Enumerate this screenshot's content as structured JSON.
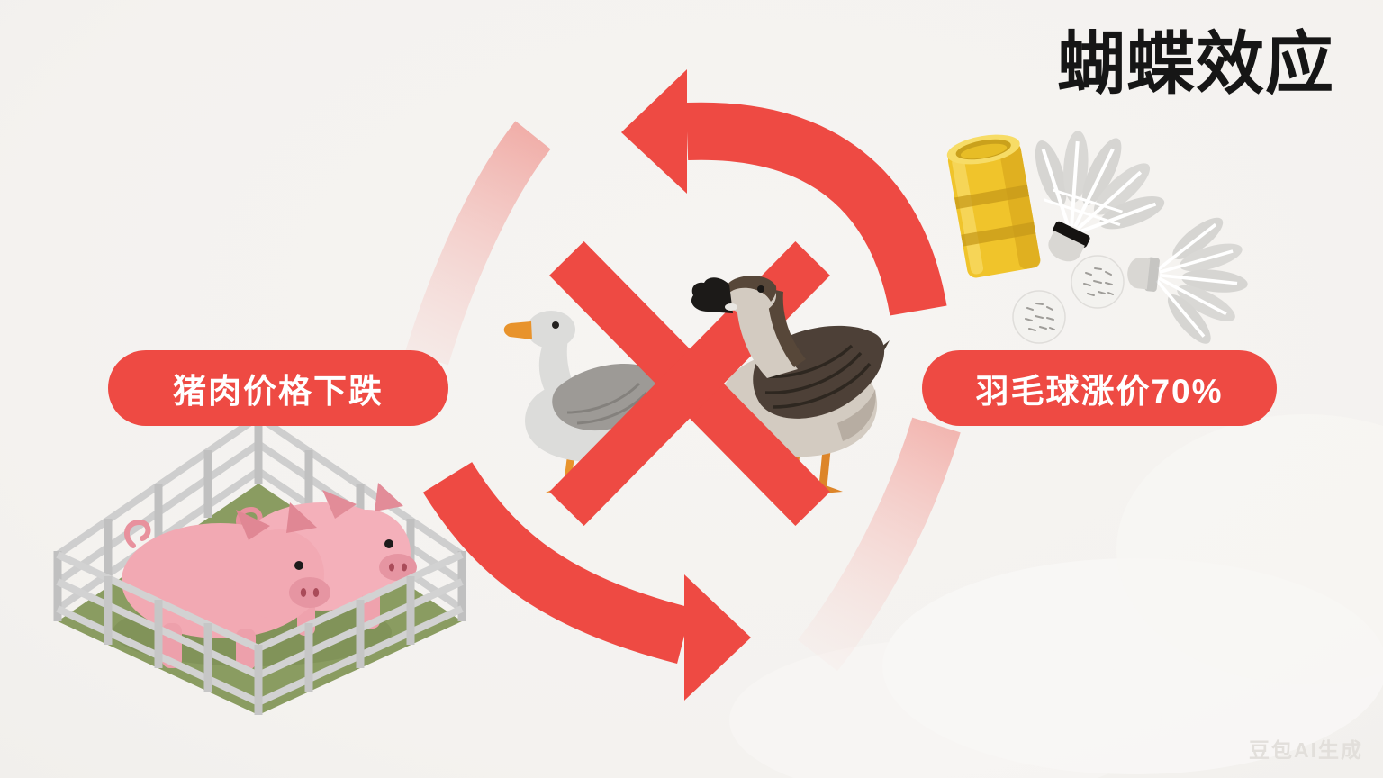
{
  "header": {
    "title": "蝴蝶效应"
  },
  "labels": {
    "cause_pill": "猪肉价格下跌",
    "effect_pill": "羽毛球涨价70%"
  },
  "watermark": {
    "text": "豆包AI生成"
  },
  "icons": [
    "cycle-arrow-top-icon",
    "cycle-arrow-bottom-icon",
    "prohibition-x-icon",
    "goose-white-icon",
    "goose-brown-icon",
    "pig-pen-icon",
    "pig-icon",
    "shuttlecock-tube-icon",
    "shuttlecock-icon",
    "shuttlecock-ball-icon"
  ],
  "colors": {
    "accent_red": "#ee4a43",
    "faded_pink": "#f6cac6",
    "background": "#f4f2ef",
    "title_text": "#161616",
    "pill_text": "#ffffff",
    "watermark_text": "#e2dfdb"
  }
}
